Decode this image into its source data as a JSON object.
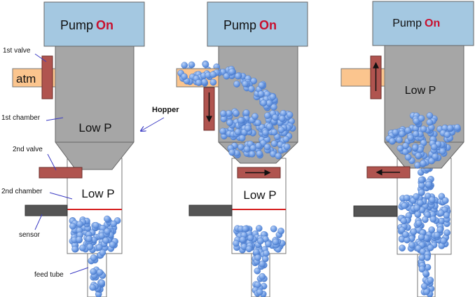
{
  "colors": {
    "pump_box": "#a4c8e1",
    "hopper_gray": "#a6a6a6",
    "valve": "#b0544f",
    "atm": "#fbc58e",
    "sensor": "#555555",
    "level_line": "#d62020",
    "ball": "#6f9de3",
    "on_text": "#c8102e",
    "pointer": "#3b3bc4"
  },
  "panels": [
    {
      "pump_label": "Pump",
      "pump_state": "On",
      "hopper_pressure": "Low P",
      "second_chamber_pressure": "Low P",
      "atm_label": "atm",
      "first_valve_arrow": "none",
      "second_valve_arrow": "none"
    },
    {
      "pump_label": "Pump",
      "pump_state": "On",
      "second_chamber_pressure": "Low P",
      "first_valve_arrow": "down",
      "second_valve_arrow": "right"
    },
    {
      "pump_label": "Pump",
      "pump_state": "On",
      "hopper_pressure": "Low P",
      "first_valve_arrow": "up",
      "second_valve_arrow": "left"
    }
  ],
  "annotations": {
    "first_valve": "1st valve",
    "first_chamber": "1st chamber",
    "hopper": "Hopper",
    "second_valve": "2nd valve",
    "second_chamber": "2nd chamber",
    "sensor": "sensor",
    "feed_tube": "feed tube"
  }
}
